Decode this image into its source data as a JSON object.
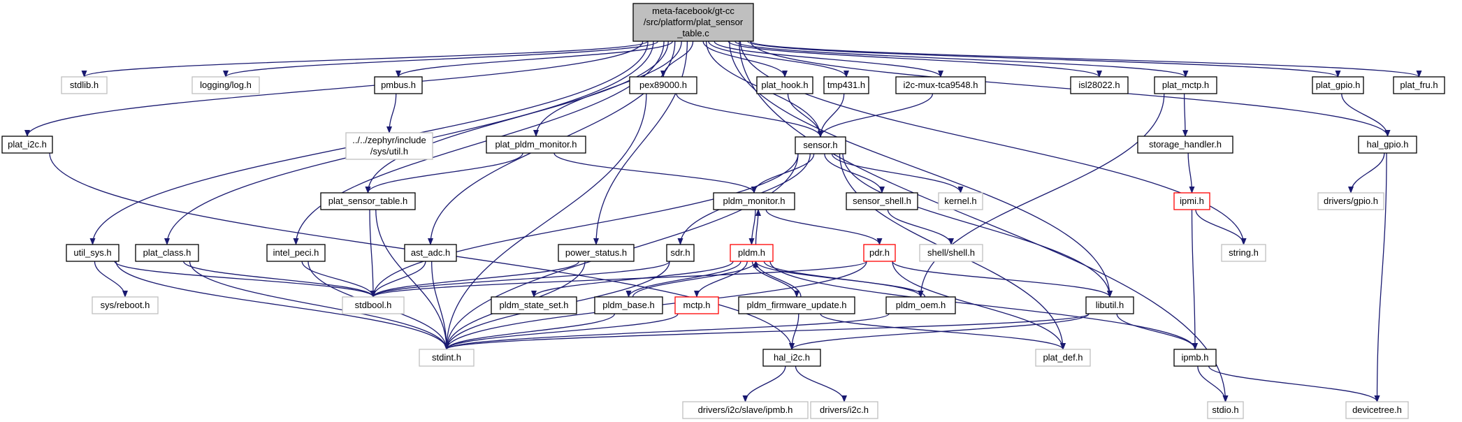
{
  "graph": {
    "edge_color": "#191970",
    "node_border_colors": {
      "normal": "#000000",
      "external": "#bfbfbf",
      "incomplete": "#ff0000"
    },
    "root_fill": "#bfbfbf",
    "nodes": [
      {
        "id": "root",
        "lines": [
          "meta-facebook/gt-cc",
          "/src/platform/plat_sensor",
          "_table.c"
        ],
        "kind": "root"
      },
      {
        "id": "stdlib",
        "lines": [
          "stdlib.h"
        ],
        "kind": "external"
      },
      {
        "id": "logging",
        "lines": [
          "logging/log.h"
        ],
        "kind": "external"
      },
      {
        "id": "pmbus",
        "lines": [
          "pmbus.h"
        ],
        "kind": "normal"
      },
      {
        "id": "pex89000",
        "lines": [
          "pex89000.h"
        ],
        "kind": "normal"
      },
      {
        "id": "plat_hook",
        "lines": [
          "plat_hook.h"
        ],
        "kind": "normal"
      },
      {
        "id": "tmp431",
        "lines": [
          "tmp431.h"
        ],
        "kind": "normal"
      },
      {
        "id": "i2cmux",
        "lines": [
          "i2c-mux-tca9548.h"
        ],
        "kind": "normal"
      },
      {
        "id": "isl28022",
        "lines": [
          "isl28022.h"
        ],
        "kind": "normal"
      },
      {
        "id": "plat_mctp",
        "lines": [
          "plat_mctp.h"
        ],
        "kind": "normal"
      },
      {
        "id": "plat_gpio",
        "lines": [
          "plat_gpio.h"
        ],
        "kind": "normal"
      },
      {
        "id": "plat_fru",
        "lines": [
          "plat_fru.h"
        ],
        "kind": "normal"
      },
      {
        "id": "plat_i2c",
        "lines": [
          "plat_i2c.h"
        ],
        "kind": "normal"
      },
      {
        "id": "zephyr_util",
        "lines": [
          "../../zephyr/include",
          "/sys/util.h"
        ],
        "kind": "external"
      },
      {
        "id": "plat_pldm_monitor",
        "lines": [
          "plat_pldm_monitor.h"
        ],
        "kind": "normal"
      },
      {
        "id": "sensor",
        "lines": [
          "sensor.h"
        ],
        "kind": "normal"
      },
      {
        "id": "storage_handler",
        "lines": [
          "storage_handler.h"
        ],
        "kind": "normal"
      },
      {
        "id": "hal_gpio",
        "lines": [
          "hal_gpio.h"
        ],
        "kind": "normal"
      },
      {
        "id": "plat_sensor_table",
        "lines": [
          "plat_sensor_table.h"
        ],
        "kind": "normal"
      },
      {
        "id": "pldm_monitor",
        "lines": [
          "pldm_monitor.h"
        ],
        "kind": "normal"
      },
      {
        "id": "sensor_shell",
        "lines": [
          "sensor_shell.h"
        ],
        "kind": "normal"
      },
      {
        "id": "kernel",
        "lines": [
          "kernel.h"
        ],
        "kind": "external"
      },
      {
        "id": "ipmi",
        "lines": [
          "ipmi.h"
        ],
        "kind": "incomplete"
      },
      {
        "id": "drivers_gpio",
        "lines": [
          "drivers/gpio.h"
        ],
        "kind": "external"
      },
      {
        "id": "util_sys",
        "lines": [
          "util_sys.h"
        ],
        "kind": "normal"
      },
      {
        "id": "plat_class",
        "lines": [
          "plat_class.h"
        ],
        "kind": "normal"
      },
      {
        "id": "intel_peci",
        "lines": [
          "intel_peci.h"
        ],
        "kind": "normal"
      },
      {
        "id": "ast_adc",
        "lines": [
          "ast_adc.h"
        ],
        "kind": "normal"
      },
      {
        "id": "power_status",
        "lines": [
          "power_status.h"
        ],
        "kind": "normal"
      },
      {
        "id": "sdr",
        "lines": [
          "sdr.h"
        ],
        "kind": "normal"
      },
      {
        "id": "pldm",
        "lines": [
          "pldm.h"
        ],
        "kind": "incomplete"
      },
      {
        "id": "pdr",
        "lines": [
          "pdr.h"
        ],
        "kind": "incomplete"
      },
      {
        "id": "shell",
        "lines": [
          "shell/shell.h"
        ],
        "kind": "external"
      },
      {
        "id": "string",
        "lines": [
          "string.h"
        ],
        "kind": "external"
      },
      {
        "id": "sys_reboot",
        "lines": [
          "sys/reboot.h"
        ],
        "kind": "external"
      },
      {
        "id": "stdbool",
        "lines": [
          "stdbool.h"
        ],
        "kind": "external"
      },
      {
        "id": "pldm_state_set",
        "lines": [
          "pldm_state_set.h"
        ],
        "kind": "normal"
      },
      {
        "id": "pldm_base",
        "lines": [
          "pldm_base.h"
        ],
        "kind": "normal"
      },
      {
        "id": "mctp",
        "lines": [
          "mctp.h"
        ],
        "kind": "incomplete"
      },
      {
        "id": "pldm_firmware_update",
        "lines": [
          "pldm_firmware_update.h"
        ],
        "kind": "normal"
      },
      {
        "id": "pldm_oem",
        "lines": [
          "pldm_oem.h"
        ],
        "kind": "normal"
      },
      {
        "id": "libutil",
        "lines": [
          "libutil.h"
        ],
        "kind": "normal"
      },
      {
        "id": "stdint",
        "lines": [
          "stdint.h"
        ],
        "kind": "external"
      },
      {
        "id": "hal_i2c",
        "lines": [
          "hal_i2c.h"
        ],
        "kind": "normal"
      },
      {
        "id": "plat_def",
        "lines": [
          "plat_def.h"
        ],
        "kind": "external"
      },
      {
        "id": "ipmb",
        "lines": [
          "ipmb.h"
        ],
        "kind": "normal"
      },
      {
        "id": "drivers_i2c_slave_ipmb",
        "lines": [
          "drivers/i2c/slave/ipmb.h"
        ],
        "kind": "external"
      },
      {
        "id": "drivers_i2c",
        "lines": [
          "drivers/i2c.h"
        ],
        "kind": "external"
      },
      {
        "id": "stdio",
        "lines": [
          "stdio.h"
        ],
        "kind": "external"
      },
      {
        "id": "devicetree",
        "lines": [
          "devicetree.h"
        ],
        "kind": "external"
      }
    ],
    "edges": [
      [
        "root",
        "stdlib"
      ],
      [
        "root",
        "logging"
      ],
      [
        "root",
        "pmbus"
      ],
      [
        "root",
        "pex89000"
      ],
      [
        "root",
        "plat_hook"
      ],
      [
        "root",
        "tmp431"
      ],
      [
        "root",
        "i2cmux"
      ],
      [
        "root",
        "isl28022"
      ],
      [
        "root",
        "plat_mctp"
      ],
      [
        "root",
        "plat_gpio"
      ],
      [
        "root",
        "plat_fru"
      ],
      [
        "root",
        "plat_i2c"
      ],
      [
        "root",
        "plat_pldm_monitor"
      ],
      [
        "root",
        "sensor"
      ],
      [
        "root",
        "hal_gpio"
      ],
      [
        "root",
        "plat_sensor_table"
      ],
      [
        "root",
        "util_sys"
      ],
      [
        "root",
        "plat_class"
      ],
      [
        "root",
        "intel_peci"
      ],
      [
        "root",
        "ast_adc"
      ],
      [
        "root",
        "power_status"
      ],
      [
        "root",
        "string"
      ],
      [
        "root",
        "libutil"
      ],
      [
        "root",
        "stdio"
      ],
      [
        "pmbus",
        "zephyr_util"
      ],
      [
        "pex89000",
        "sensor"
      ],
      [
        "pex89000",
        "stdint"
      ],
      [
        "plat_hook",
        "sensor"
      ],
      [
        "tmp431",
        "sensor"
      ],
      [
        "i2cmux",
        "sensor"
      ],
      [
        "plat_mctp",
        "storage_handler"
      ],
      [
        "plat_mctp",
        "pldm_oem"
      ],
      [
        "plat_gpio",
        "hal_gpio"
      ],
      [
        "plat_i2c",
        "hal_i2c"
      ],
      [
        "plat_pldm_monitor",
        "plat_sensor_table"
      ],
      [
        "plat_pldm_monitor",
        "pldm_monitor"
      ],
      [
        "sensor",
        "pldm_monitor"
      ],
      [
        "sensor",
        "sensor_shell"
      ],
      [
        "sensor",
        "kernel"
      ],
      [
        "sensor",
        "sdr"
      ],
      [
        "sensor",
        "stdbool"
      ],
      [
        "sensor",
        "stdint"
      ],
      [
        "sensor",
        "libutil"
      ],
      [
        "sensor",
        "plat_def"
      ],
      [
        "storage_handler",
        "ipmi"
      ],
      [
        "ipmi",
        "string"
      ],
      [
        "ipmi",
        "ipmb"
      ],
      [
        "hal_gpio",
        "drivers_gpio"
      ],
      [
        "hal_gpio",
        "devicetree"
      ],
      [
        "plat_sensor_table",
        "stdbool"
      ],
      [
        "plat_sensor_table",
        "stdint"
      ],
      [
        "pldm_monitor",
        "pldm"
      ],
      [
        "pldm_monitor",
        "pdr"
      ],
      [
        "sensor_shell",
        "shell"
      ],
      [
        "util_sys",
        "sys_reboot"
      ],
      [
        "util_sys",
        "stdbool"
      ],
      [
        "util_sys",
        "stdint"
      ],
      [
        "plat_class",
        "stdbool"
      ],
      [
        "plat_class",
        "stdint"
      ],
      [
        "intel_peci",
        "stdbool"
      ],
      [
        "intel_peci",
        "stdint"
      ],
      [
        "ast_adc",
        "stdbool"
      ],
      [
        "ast_adc",
        "stdint"
      ],
      [
        "power_status",
        "stdbool"
      ],
      [
        "power_status",
        "stdint"
      ],
      [
        "sdr",
        "stdbool"
      ],
      [
        "sdr",
        "stdint"
      ],
      [
        "pldm",
        "pldm_monitor"
      ],
      [
        "pldm",
        "pldm_state_set"
      ],
      [
        "pldm",
        "pldm_base"
      ],
      [
        "pldm",
        "mctp"
      ],
      [
        "pldm",
        "pldm_firmware_update"
      ],
      [
        "pldm",
        "pldm_oem"
      ],
      [
        "pldm",
        "ipmb"
      ],
      [
        "pldm_base",
        "pldm"
      ],
      [
        "pldm_base",
        "stdint"
      ],
      [
        "mctp",
        "stdint"
      ],
      [
        "pldm_firmware_update",
        "pldm"
      ],
      [
        "pldm_firmware_update",
        "hal_i2c"
      ],
      [
        "pldm_firmware_update",
        "plat_def"
      ],
      [
        "pldm_oem",
        "pldm"
      ],
      [
        "pldm_oem",
        "stdint"
      ],
      [
        "pdr",
        "stdbool"
      ],
      [
        "pdr",
        "stdint"
      ],
      [
        "pdr",
        "libutil"
      ],
      [
        "pdr",
        "plat_def"
      ],
      [
        "libutil",
        "stdint"
      ],
      [
        "libutil",
        "ipmb"
      ],
      [
        "libutil",
        "hal_i2c"
      ],
      [
        "hal_i2c",
        "drivers_i2c_slave_ipmb"
      ],
      [
        "hal_i2c",
        "drivers_i2c"
      ],
      [
        "ipmb",
        "stdio"
      ],
      [
        "ipmb",
        "devicetree"
      ]
    ]
  }
}
